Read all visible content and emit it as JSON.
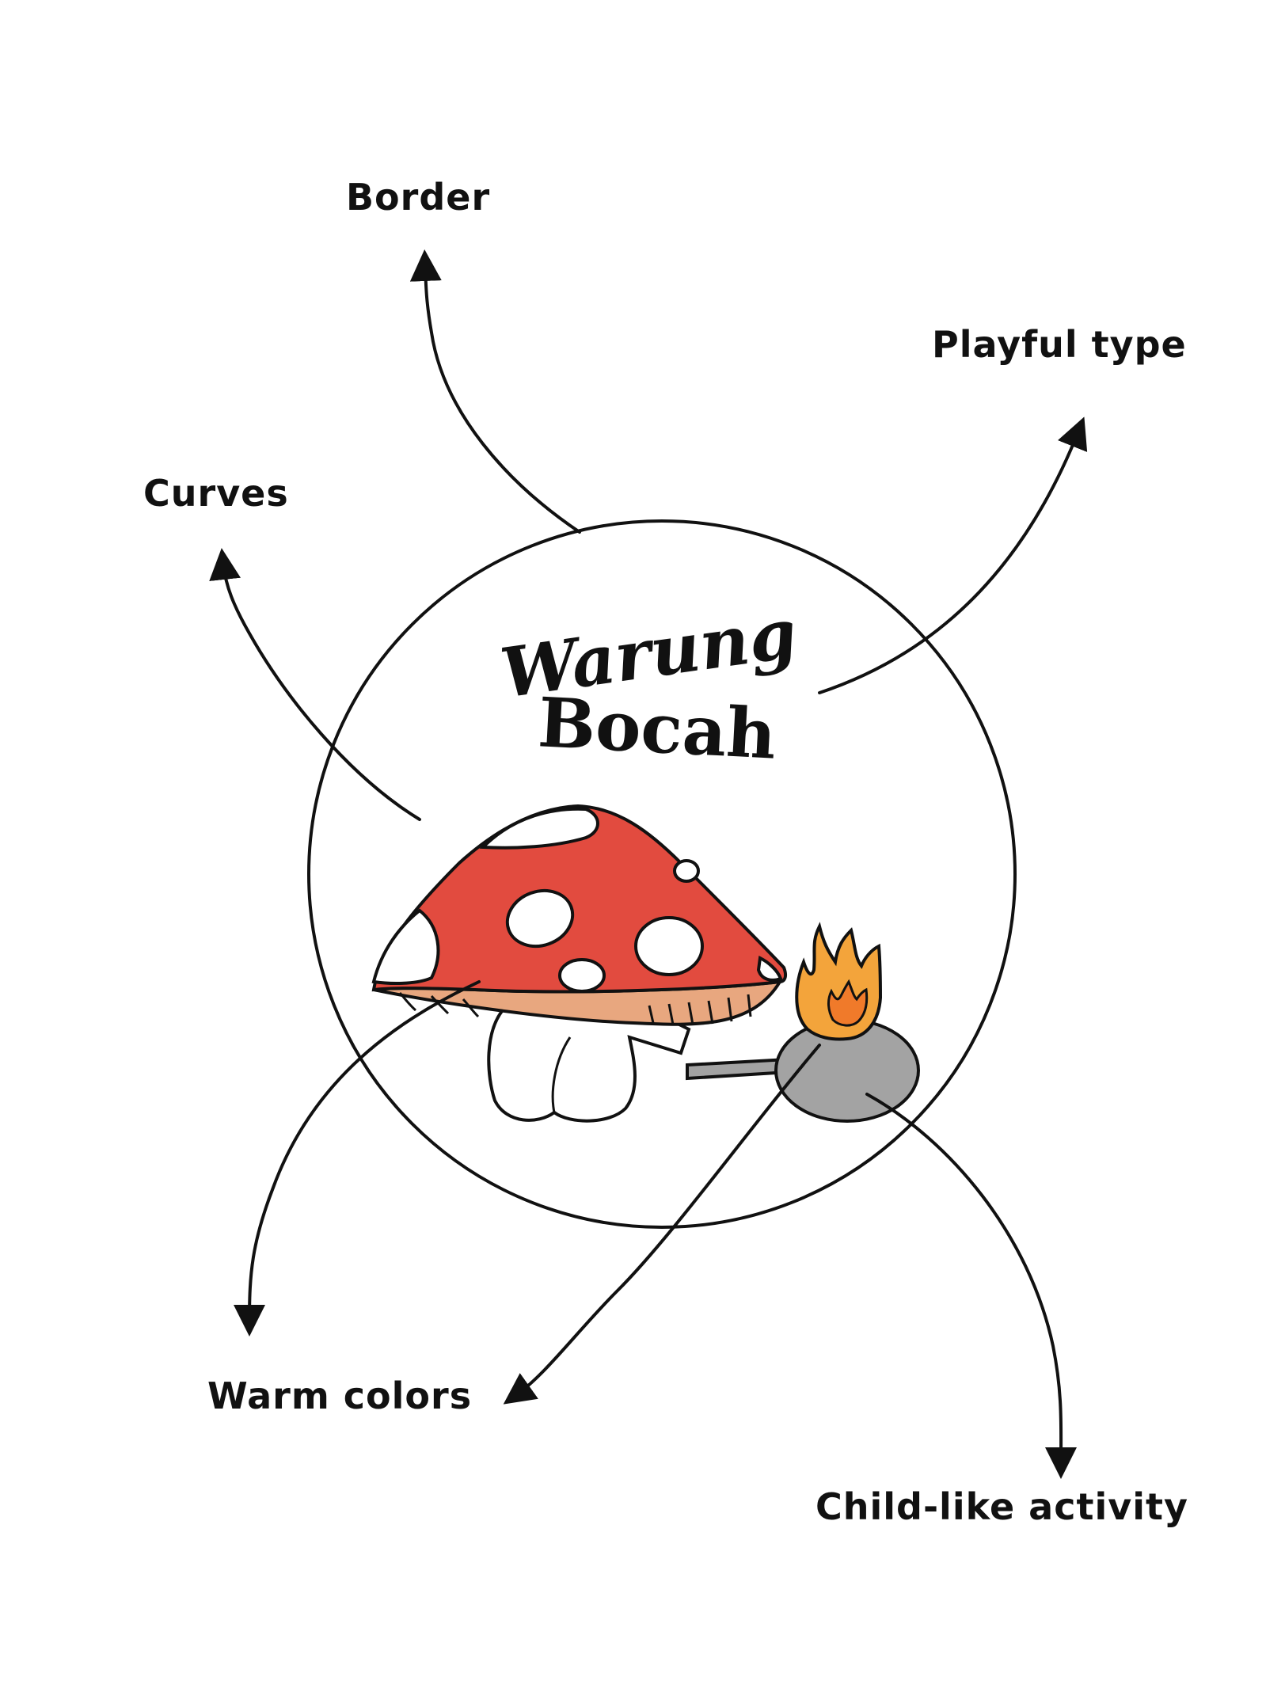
{
  "logo": {
    "line1": "Warung",
    "line2": "Bocah"
  },
  "annotations": {
    "border": "Border",
    "playful_type": "Playful type",
    "curves": "Curves",
    "warm_colors": "Warm colors",
    "child_like_activity": "Child-like activity"
  },
  "colors": {
    "mushroom_cap": "#e24b3f",
    "gills": "#e8a77f",
    "flame_outer": "#f3a43b",
    "flame_inner": "#f07a2a",
    "pan": "#a3a3a3",
    "ink": "#111111"
  }
}
